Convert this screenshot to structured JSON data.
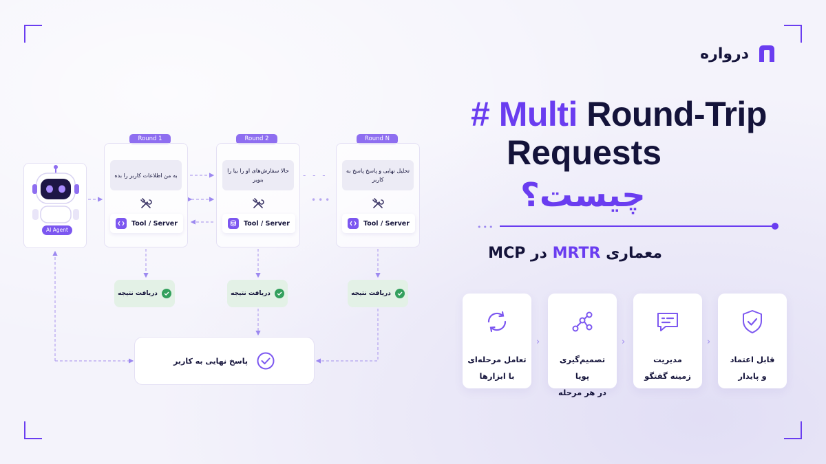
{
  "brand": {
    "name": "درواره"
  },
  "title": {
    "hash": "#",
    "accent_word": "Multi",
    "rest_line1": "Round-Trip",
    "line2": "Requests",
    "fa": "چیست؟"
  },
  "subtitle": {
    "prefix": "معماری",
    "accent": "MRTR",
    "suffix": "در MCP"
  },
  "features": [
    {
      "label": "تعامل مرحله‌ای\nبا ابزارها",
      "icon": "refresh-cycle-icon"
    },
    {
      "label": "تصمیم‌گیری پویا\nدر هر مرحله",
      "icon": "decision-graph-icon"
    },
    {
      "label": "مدیریت\nزمینه گفتگو",
      "icon": "chat-context-icon"
    },
    {
      "label": "قابل اعتماد\nو پایدار",
      "icon": "shield-check-icon"
    }
  ],
  "agent": {
    "label": "AI Agent"
  },
  "rounds": [
    {
      "tag": "Round 1",
      "request": "به من اطلاعات کاربر را بده",
      "tool": "Tool / Server",
      "result": "دریافت نتیجه"
    },
    {
      "tag": "Round 2",
      "request": "حالا سفارش‌های او را بیا را بنویر",
      "tool": "Tool / Server",
      "result": "دریافت نتیجه"
    },
    {
      "tag": "Round N",
      "request": "تحلیل نهایی و پاسخ پاسخ به کاربر",
      "tool": "Tool / Server",
      "result": "دریافت نتیجه"
    }
  ],
  "final": {
    "label": "پاسخ نهایی به کاربر"
  },
  "colors": {
    "accent": "#6a3df0",
    "success": "#33a05d",
    "dark": "#14133a"
  }
}
